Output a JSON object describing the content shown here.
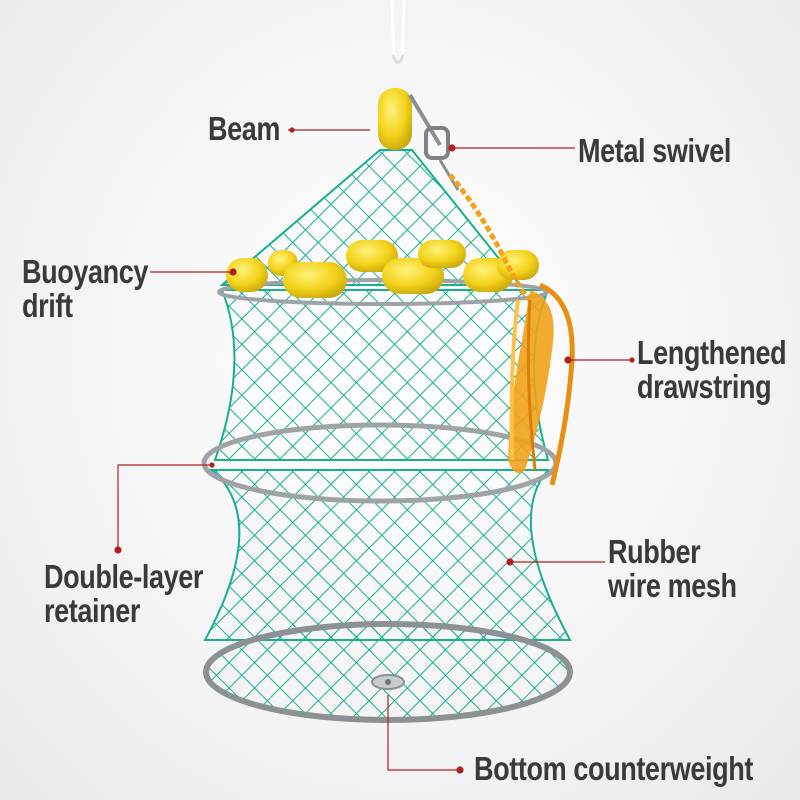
{
  "colors": {
    "net": "#1bb996",
    "net_dark": "#0f8f74",
    "float": "#f2d21a",
    "ring": "#9ea3a8",
    "rope": "#f0a21a",
    "leader": "#b02020",
    "text": "#3a3a3a"
  },
  "labels": {
    "beam": "Beam",
    "metal_swivel": "Metal swivel",
    "buoyancy_drift_line1": "Buoyancy",
    "buoyancy_drift_line2": "drift",
    "lengthened_drawstring_line1": "Lengthened",
    "lengthened_drawstring_line2": "drawstring",
    "rubber_wire_mesh_line1": "Rubber",
    "rubber_wire_mesh_line2": "wire mesh",
    "double_layer_retainer_line1": "Double-layer",
    "double_layer_retainer_line2": "retainer",
    "bottom_counterweight": "Bottom counterweight"
  },
  "icons": [
    "fishing-net-keepnet",
    "float-icon",
    "swivel-icon",
    "rope-coil-icon",
    "counterweight-icon"
  ]
}
